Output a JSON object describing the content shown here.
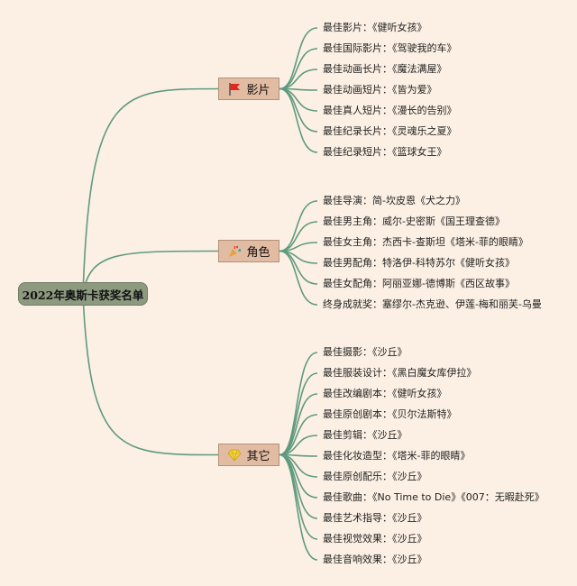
{
  "root": {
    "label": "2022年奥斯卡获奖名单"
  },
  "branches": [
    {
      "label": "影片",
      "icon": "red-flag-icon",
      "items": [
        "最佳影片：《健听女孩》",
        "最佳国际影片：《驾驶我的车》",
        "最佳动画长片：《魔法满屋》",
        "最佳动画短片：《皆为爱》",
        "最佳真人短片：《漫长的告别》",
        "最佳纪录长片：《灵魂乐之夏》",
        "最佳纪录短片：《篮球女王》"
      ]
    },
    {
      "label": "角色",
      "icon": "party-popper-icon",
      "items": [
        "最佳导演：简-坎皮恩《犬之力》",
        "最佳男主角：威尔-史密斯《国王理查德》",
        "最佳女主角：杰西卡-查斯坦《塔米-菲的眼睛》",
        "最佳男配角：特洛伊-科特苏尔《健听女孩》",
        "最佳女配角：阿丽亚娜-德博斯《西区故事》",
        "终身成就奖：塞缪尔-杰克逊、伊莲-梅和丽芙-乌曼"
      ]
    },
    {
      "label": "其它",
      "icon": "yellow-diamond-icon",
      "items": [
        "最佳摄影：《沙丘》",
        "最佳服装设计：《黑白魔女库伊拉》",
        "最佳改编剧本：《健听女孩》",
        "最佳原创剧本：《贝尔法斯特》",
        "最佳剪辑：《沙丘》",
        "最佳化妆造型：《塔米-菲的眼睛》",
        "最佳原创配乐：《沙丘》",
        "最佳歌曲：《No Time to Die》《007：无暇赴死》",
        "最佳艺术指导：《沙丘》",
        "最佳视觉效果：《沙丘》",
        "最佳音响效果：《沙丘》"
      ]
    }
  ],
  "colors": {
    "background": "#fcf0e4",
    "root_fill": "#8d9a7f",
    "branch_fill": "#e2bca2",
    "connector": "#5f9a7f"
  }
}
